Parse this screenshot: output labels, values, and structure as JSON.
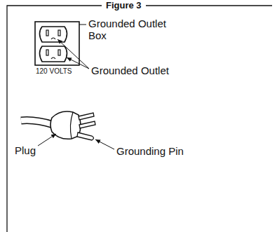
{
  "diagram": {
    "title": "Figure 3",
    "labels": [
      "Grounded Outlet Box",
      "Grounded Outlet",
      "120 VOLTS",
      "Plug",
      "Grounding Pin"
    ]
  }
}
